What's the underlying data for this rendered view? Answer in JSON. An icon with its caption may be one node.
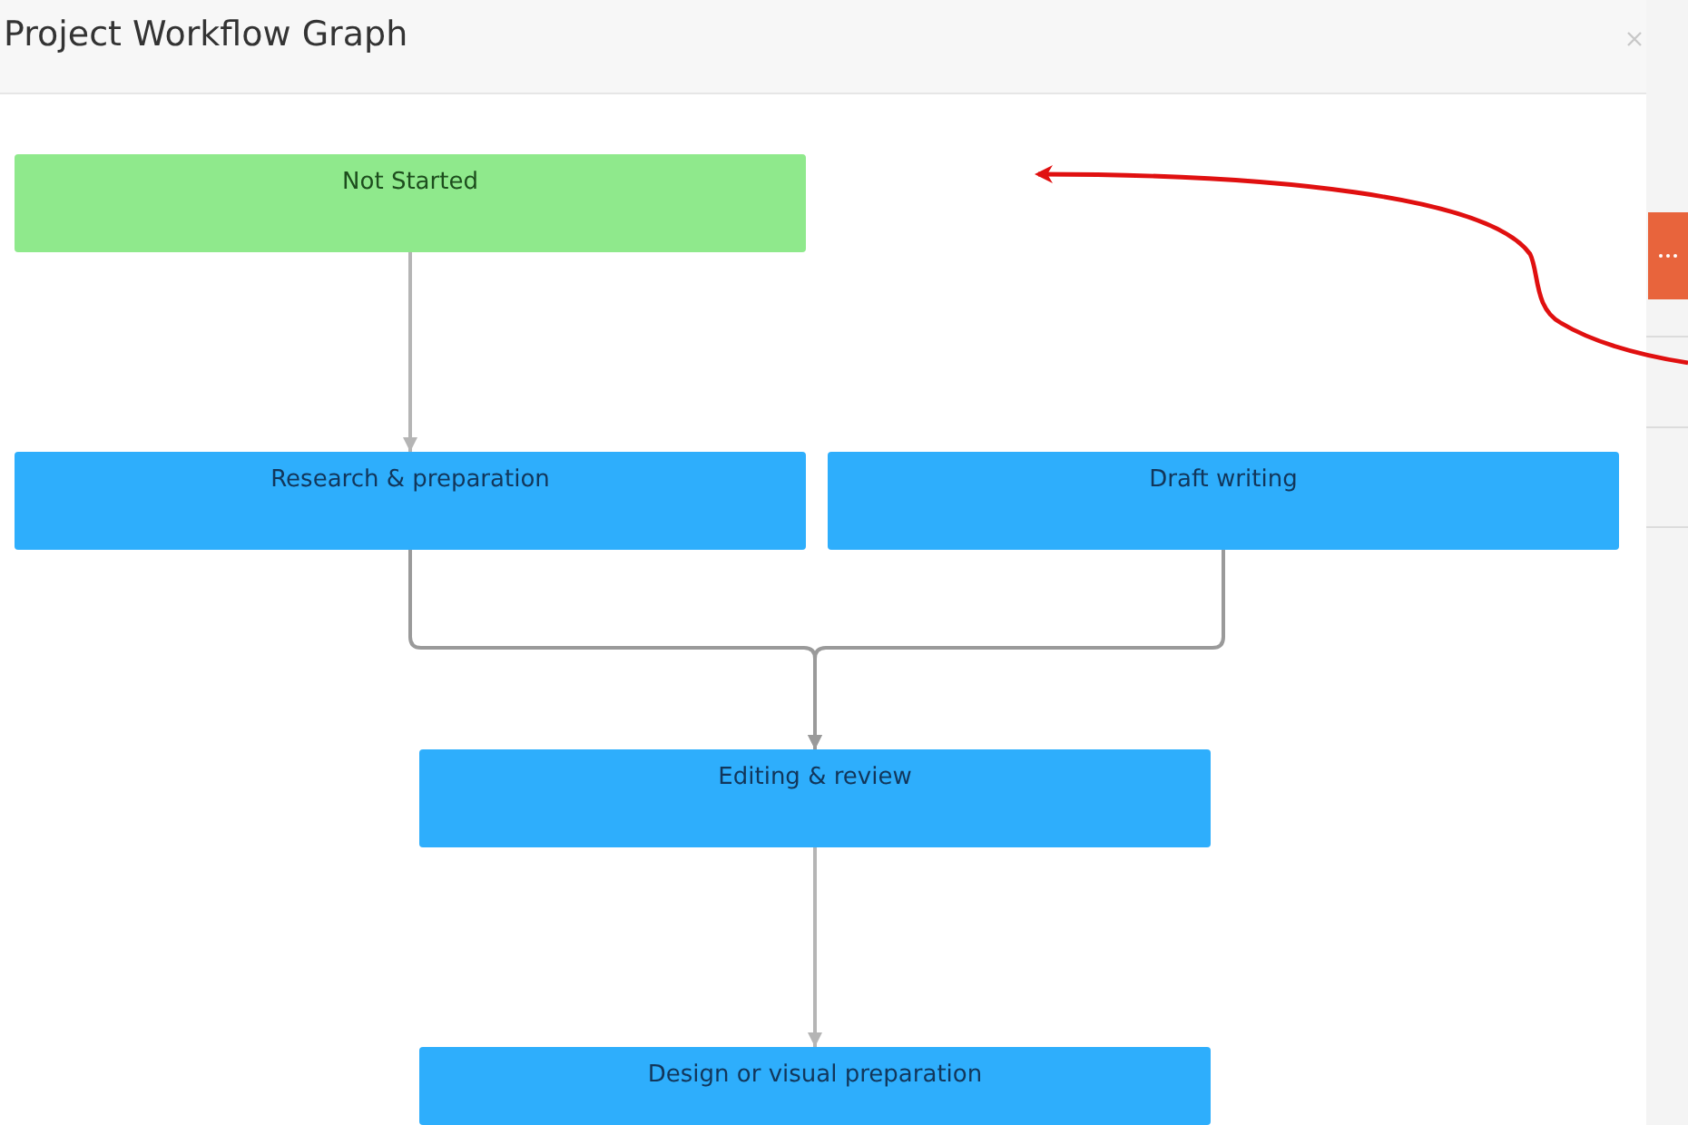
{
  "diagram": {
    "title": "Project Workflow Graph",
    "nodes": [
      {
        "text": [
          "Not Started"
        ]
      },
      {
        "text": [
          "Research & preparation"
        ]
      },
      {
        "text": [
          "Draft writing"
        ]
      },
      {
        "text": [
          "Editing & review"
        ]
      },
      {
        "text": [
          "Design or visual preparation"
        ]
      }
    ],
    "edges": [
      {
        "from": 0,
        "to": 1,
        "arrow": "to"
      },
      {
        "from": 1,
        "to": 3,
        "arrow": "to"
      },
      {
        "from": 2,
        "to": 3,
        "arrow": "to"
      },
      {
        "from": 3,
        "to": 4,
        "arrow": "to"
      }
    ]
  }
}
